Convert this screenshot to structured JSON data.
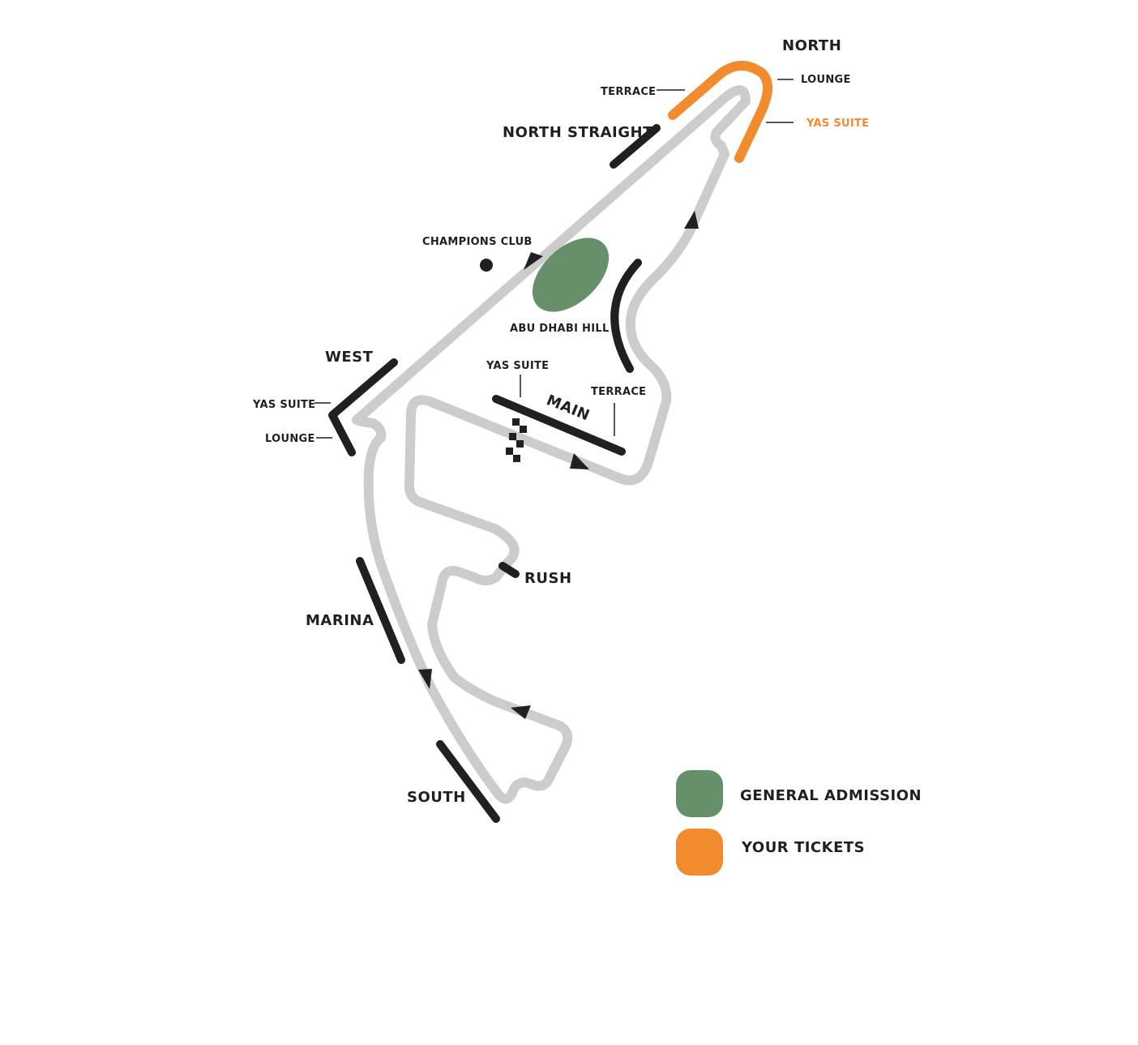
{
  "colors": {
    "track": "#cccccc",
    "grandstand": "#231f20",
    "general_admission": "#66906a",
    "your_tickets": "#f28a2e",
    "background": "#ffffff"
  },
  "labels": {
    "north": "NORTH",
    "north_lounge": "LOUNGE",
    "north_terrace": "TERRACE",
    "north_yas_suite": "YAS SUITE",
    "north_straight": "NORTH STRAIGHT",
    "champions_club": "CHAMPIONS CLUB",
    "abu_dhabi_hill": "ABU DHABI HILL",
    "west": "WEST",
    "west_yas_suite": "YAS SUITE",
    "west_lounge": "LOUNGE",
    "main_yas_suite": "YAS SUITE",
    "main": "MAIN",
    "main_terrace": "TERRACE",
    "rush": "RUSH",
    "marina": "MARINA",
    "south": "SOUTH"
  },
  "legend": [
    {
      "label": "GENERAL ADMISSION",
      "color": "#66906a"
    },
    {
      "label": "YOUR TICKETS",
      "color": "#f28a2e"
    }
  ]
}
